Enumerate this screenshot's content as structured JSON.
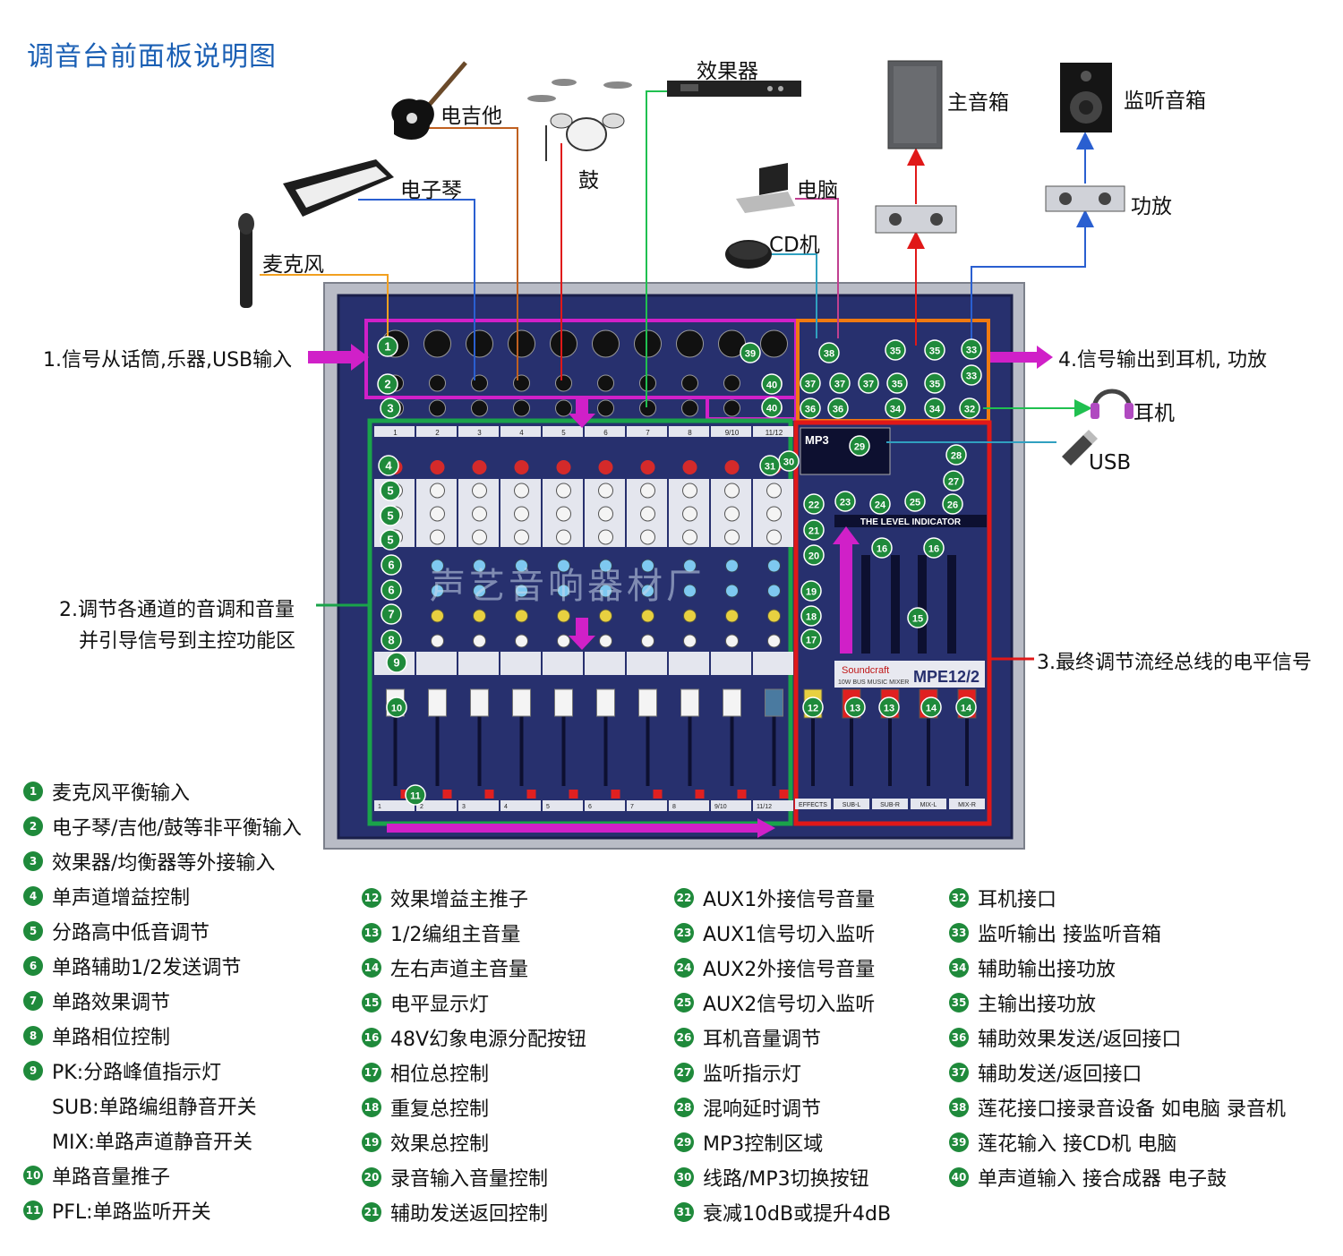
{
  "title": "调音台前面板说明图",
  "devices": {
    "guitar": "电吉他",
    "keyboard": "电子琴",
    "drums": "鼓",
    "mic": "麦克风",
    "effects": "效果器",
    "computer": "电脑",
    "cd": "CD机",
    "main_speaker": "主音箱",
    "monitor_speaker": "监听音箱",
    "amp": "功放",
    "headphone": "耳机",
    "usb": "USB"
  },
  "callouts": {
    "input": "1.信号从话筒,乐器,USB输入",
    "channel_line1": "2.调节各通道的音调和音量",
    "channel_line2": "并引导信号到主控功能区",
    "bus": "3.最终调节流经总线的电平信号",
    "output": "4.信号输出到耳机, 功放"
  },
  "mixer": {
    "brand": "Soundcraft",
    "model": "MPE12/2",
    "subtitle": "10W BUS MUSIC MIXER",
    "level_indicator": "THE LEVEL INDICATOR",
    "mp3": "MP3",
    "channel_labels": [
      "1",
      "2",
      "3",
      "4",
      "5",
      "6",
      "7",
      "8",
      "9/10",
      "11/12"
    ],
    "master_labels": [
      "EFFECTS",
      "SUB-L",
      "SUB-R",
      "MIX-L",
      "MIX-R"
    ],
    "watermark": "声艺音响器材厂"
  },
  "legend": {
    "col1": [
      {
        "num": "1",
        "text": "麦克风平衡输入"
      },
      {
        "num": "2",
        "text": "电子琴/吉他/鼓等非平衡输入"
      },
      {
        "num": "3",
        "text": "效果器/均衡器等外接输入"
      },
      {
        "num": "4",
        "text": "单声道增益控制"
      },
      {
        "num": "5",
        "text": "分路高中低音调节"
      },
      {
        "num": "6",
        "text": "单路辅助1/2发送调节"
      },
      {
        "num": "7",
        "text": "单路效果调节"
      },
      {
        "num": "8",
        "text": "单路相位控制"
      },
      {
        "num": "9",
        "text": "PK:分路峰值指示灯"
      },
      {
        "num": "",
        "text": "SUB:单路编组静音开关"
      },
      {
        "num": "",
        "text": "MIX:单路声道静音开关"
      },
      {
        "num": "10",
        "text": "单路音量推子"
      },
      {
        "num": "11",
        "text": "PFL:单路监听开关"
      }
    ],
    "col2": [
      {
        "num": "12",
        "text": "效果增益主推子"
      },
      {
        "num": "13",
        "text": "1/2编组主音量"
      },
      {
        "num": "14",
        "text": "左右声道主音量"
      },
      {
        "num": "15",
        "text": "电平显示灯"
      },
      {
        "num": "16",
        "text": "48V幻象电源分配按钮"
      },
      {
        "num": "17",
        "text": "相位总控制"
      },
      {
        "num": "18",
        "text": "重复总控制"
      },
      {
        "num": "19",
        "text": "效果总控制"
      },
      {
        "num": "20",
        "text": "录音输入音量控制"
      },
      {
        "num": "21",
        "text": "辅助发送返回控制"
      }
    ],
    "col3": [
      {
        "num": "22",
        "text": "AUX1外接信号音量"
      },
      {
        "num": "23",
        "text": "AUX1信号切入监听"
      },
      {
        "num": "24",
        "text": "AUX2外接信号音量"
      },
      {
        "num": "25",
        "text": "AUX2信号切入监听"
      },
      {
        "num": "26",
        "text": "耳机音量调节"
      },
      {
        "num": "27",
        "text": "监听指示灯"
      },
      {
        "num": "28",
        "text": "混响延时调节"
      },
      {
        "num": "29",
        "text": "MP3控制区域"
      },
      {
        "num": "30",
        "text": "线路/MP3切换按钮"
      },
      {
        "num": "31",
        "text": "衰减10dB或提升4dB"
      }
    ],
    "col4": [
      {
        "num": "32",
        "text": "耳机接口"
      },
      {
        "num": "33",
        "text": "监听输出 接监听音箱"
      },
      {
        "num": "34",
        "text": "辅助输出接功放"
      },
      {
        "num": "35",
        "text": "主输出接功放"
      },
      {
        "num": "36",
        "text": "辅助效果发送/返回接口"
      },
      {
        "num": "37",
        "text": "辅助发送/返回接口"
      },
      {
        "num": "38",
        "text": "莲花接口接录音设备 如电脑 录音机"
      },
      {
        "num": "39",
        "text": "莲花输入 接CD机 电脑"
      },
      {
        "num": "40",
        "text": "单声道输入 接合成器 电子鼓"
      }
    ]
  },
  "colors": {
    "input_box": "#d020c8",
    "channel_box": "#1aa34a",
    "master_box": "#e01818",
    "output_box": "#f07a10",
    "badge": "#1f8a3b",
    "title": "#1a5fb4",
    "mixer_body": "#27306e"
  }
}
